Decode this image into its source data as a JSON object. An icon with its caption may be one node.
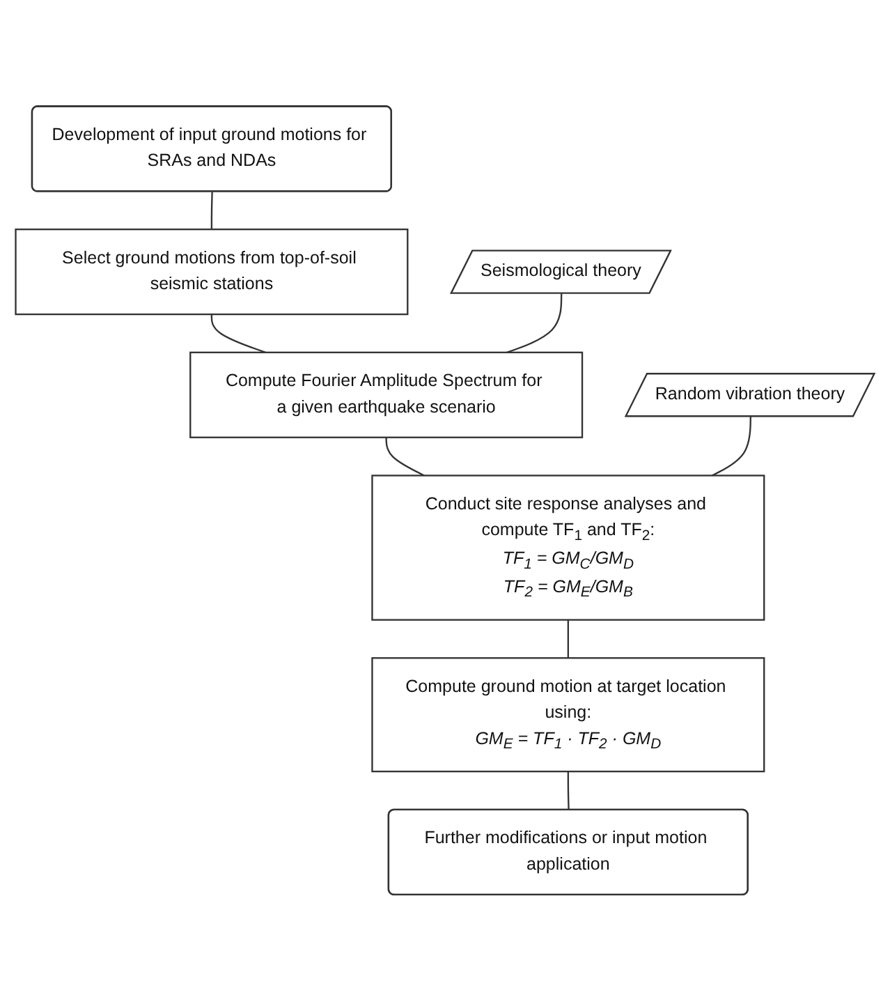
{
  "diagram": {
    "nodes": [
      {
        "text": [
          "Development of input ground motions for SRAs and NDAs"
        ]
      },
      {
        "text": [
          "Select ground motions from top-of-soil seismic stations"
        ]
      },
      {
        "text": [
          "Seismological theory"
        ]
      },
      {
        "text": [
          "Compute Fourier Amplitude Spectrum for a given earthquake scenario"
        ]
      },
      {
        "text": [
          "Random vibration theory"
        ]
      },
      {
        "text": [
          "Conduct site response analyses and compute TF$_{1}$ and TF$_{2}$:",
          "*TF$_{1}$ = GM$_{C}$/GM$_{D}$*",
          "*TF$_{2}$ = GM$_{E}$/GM$_{B}$*"
        ]
      },
      {
        "text": [
          "Compute ground motion at target location using:",
          "*GM$_{E}$ = TF$_{1}$ · TF$_{2}$ · GM$_{D}$*"
        ]
      },
      {
        "text": [
          "Further modifications or input motion application"
        ]
      }
    ],
    "edges": [
      {
        "from": 0,
        "to": 1,
        "arrow": "none"
      },
      {
        "from": 1,
        "to": 3,
        "arrow": "none"
      },
      {
        "from": 2,
        "to": 3,
        "arrow": "none"
      },
      {
        "from": 3,
        "to": 5,
        "arrow": "none"
      },
      {
        "from": 4,
        "to": 5,
        "arrow": "none"
      },
      {
        "from": 5,
        "to": 6,
        "arrow": "none"
      },
      {
        "from": 6,
        "to": 7,
        "arrow": "none"
      }
    ]
  }
}
